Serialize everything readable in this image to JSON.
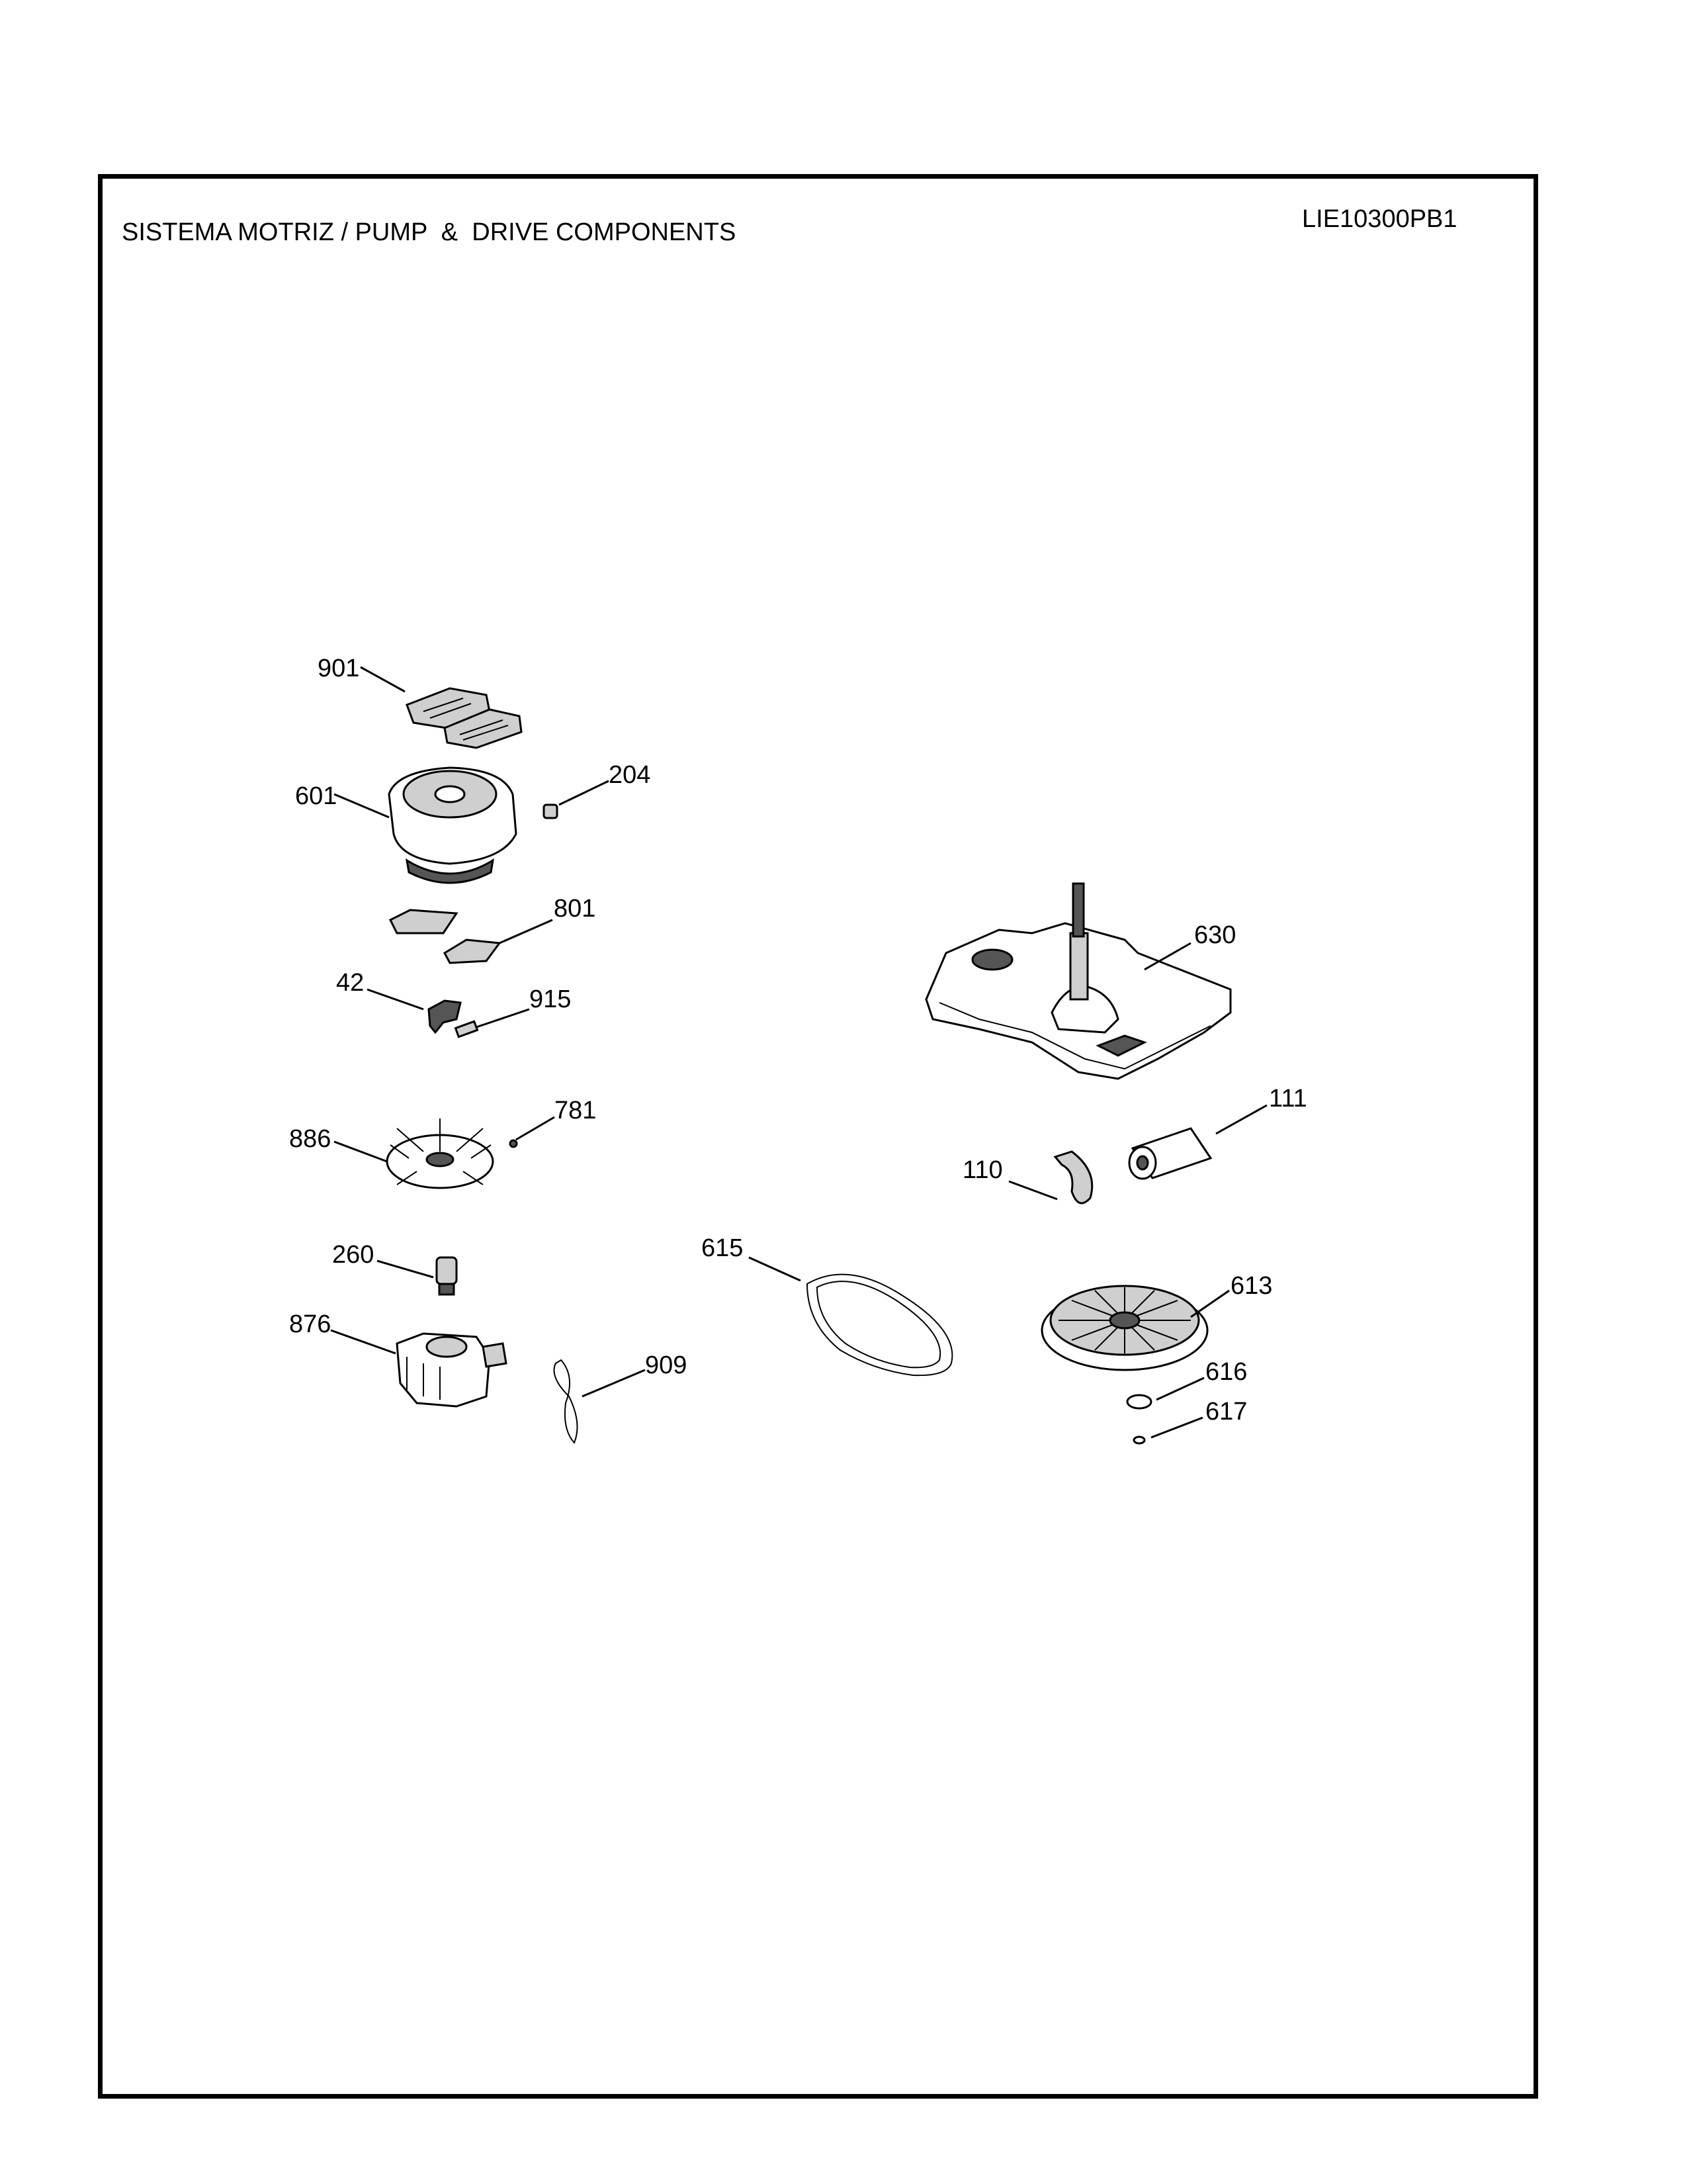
{
  "header": {
    "title": "SISTEMA MOTRIZ / PUMP  &  DRIVE COMPONENTS",
    "code": "LIE10300PB1"
  },
  "parts": [
    {
      "id": "901"
    },
    {
      "id": "601"
    },
    {
      "id": "204"
    },
    {
      "id": "801"
    },
    {
      "id": "42"
    },
    {
      "id": "915"
    },
    {
      "id": "886"
    },
    {
      "id": "781"
    },
    {
      "id": "260"
    },
    {
      "id": "876"
    },
    {
      "id": "909"
    },
    {
      "id": "630"
    },
    {
      "id": "111"
    },
    {
      "id": "110"
    },
    {
      "id": "615"
    },
    {
      "id": "613"
    },
    {
      "id": "616"
    },
    {
      "id": "617"
    }
  ]
}
